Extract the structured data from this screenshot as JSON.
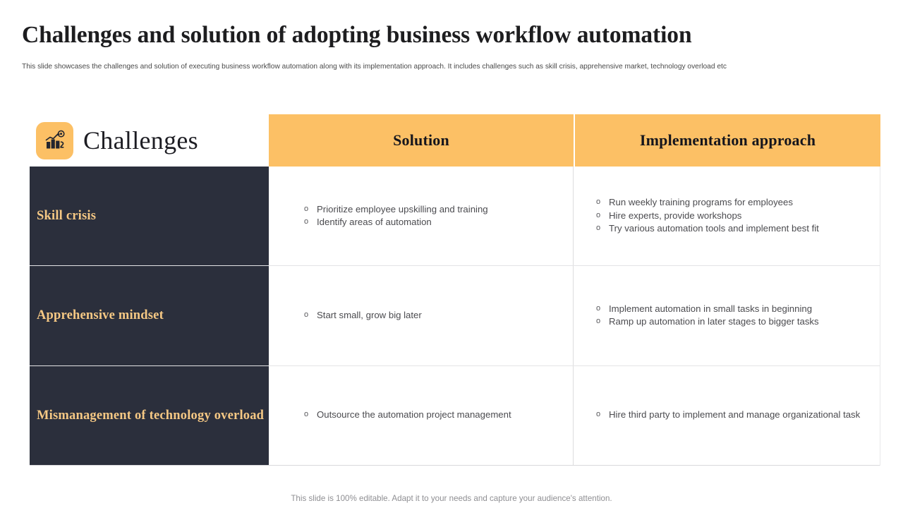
{
  "slide": {
    "title": "Challenges and solution of adopting business workflow automation",
    "subtitle": "This slide showcases the challenges and solution of executing business workflow automation along with its implementation approach. It includes challenges such as skill crisis, apprehensive market, technology overload etc",
    "footer": "This slide is 100% editable. Adapt it to your needs and capture your audience's attention."
  },
  "colors": {
    "accent": "#fcc065",
    "dark": "#2b2f3c",
    "challenge_text": "#f5c884",
    "body_text": "#4b4b4f",
    "title_text": "#1d1d1f"
  },
  "table": {
    "headers": {
      "challenges": "Challenges",
      "challenges_icon": "bar-chart-growth-target-icon",
      "solution": "Solution",
      "implementation": "Implementation approach"
    },
    "rows": [
      {
        "challenge": "Skill crisis",
        "solution": [
          "Prioritize employee upskilling and training",
          "Identify areas of automation"
        ],
        "implementation": [
          "Run weekly training programs for employees",
          "Hire experts, provide workshops",
          "Try various automation tools and implement best fit"
        ]
      },
      {
        "challenge": "Apprehensive mindset",
        "solution": [
          "Start small, grow big later"
        ],
        "implementation": [
          "Implement automation in small tasks in beginning",
          "Ramp up automation in later stages to bigger tasks"
        ]
      },
      {
        "challenge": "Mismanagement of technology overload",
        "solution": [
          "Outsource the automation project management"
        ],
        "implementation": [
          "Hire third party to implement and manage organizational task"
        ]
      }
    ],
    "bullet_glyph": "o"
  }
}
